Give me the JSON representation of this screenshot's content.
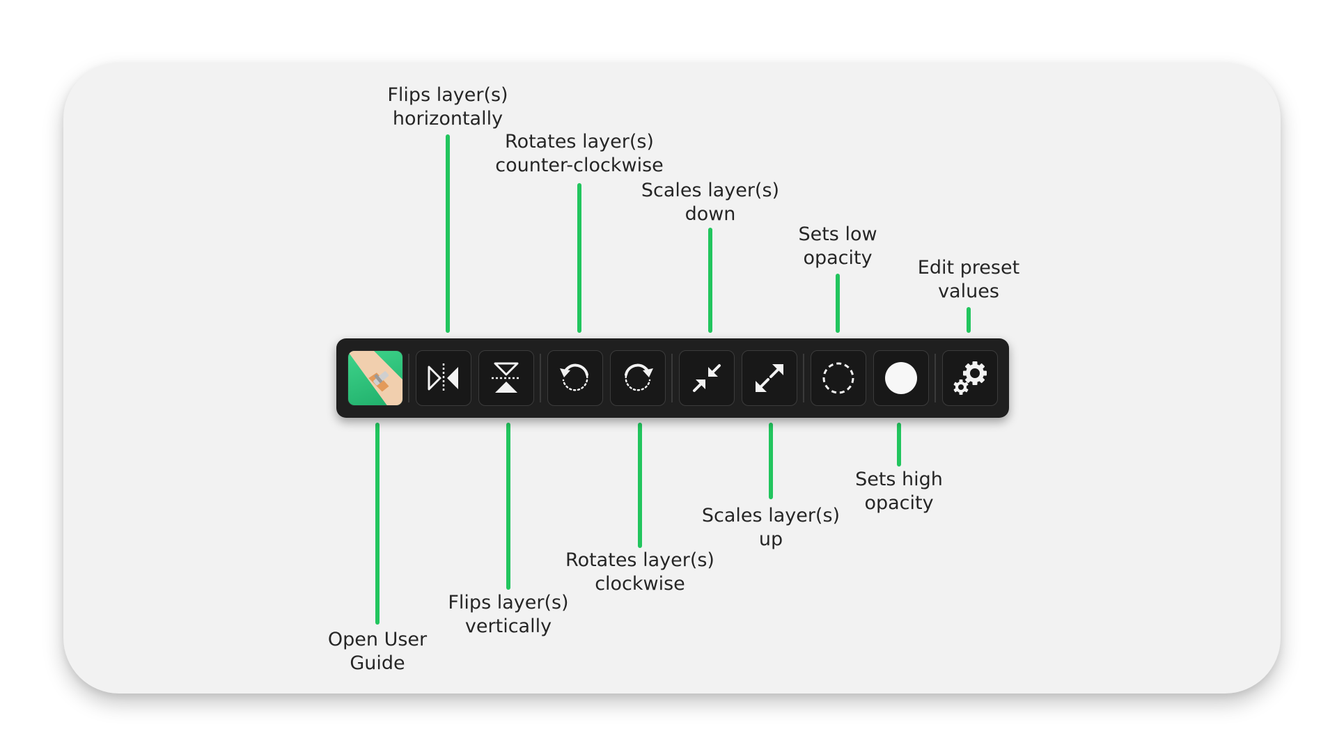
{
  "toolbar": {
    "buttons": [
      {
        "id": "open-user-guide",
        "icon": "user-guide-icon"
      },
      {
        "id": "flip-horizontal",
        "icon": "flip-horizontal-icon"
      },
      {
        "id": "flip-vertical",
        "icon": "flip-vertical-icon"
      },
      {
        "id": "rotate-ccw",
        "icon": "rotate-counter-clockwise-icon"
      },
      {
        "id": "rotate-cw",
        "icon": "rotate-clockwise-icon"
      },
      {
        "id": "scale-down",
        "icon": "scale-down-icon"
      },
      {
        "id": "scale-up",
        "icon": "scale-up-icon"
      },
      {
        "id": "low-opacity",
        "icon": "dashed-circle-icon"
      },
      {
        "id": "high-opacity",
        "icon": "filled-circle-icon"
      },
      {
        "id": "edit-presets",
        "icon": "gears-icon"
      }
    ]
  },
  "annotations": {
    "flip_horizontal": "Flips layer(s)\nhorizontally",
    "rotate_ccw": "Rotates layer(s)\ncounter-clockwise",
    "scale_down": "Scales layer(s)\ndown",
    "low_opacity": "Sets low\nopacity",
    "edit_presets": "Edit preset\nvalues",
    "open_user_guide": "Open User\nGuide",
    "flip_vertical": "Flips layer(s)\nvertically",
    "rotate_cw": "Rotates layer(s)\nclockwise",
    "scale_up": "Scales layer(s)\nup",
    "high_opacity": "Sets high\nopacity"
  },
  "colors": {
    "accent_line": "#22c55e",
    "toolbar_bg": "#1f1f1f",
    "card_bg": "#f2f2f2",
    "guide_icon_bg": "#2fc47c"
  }
}
